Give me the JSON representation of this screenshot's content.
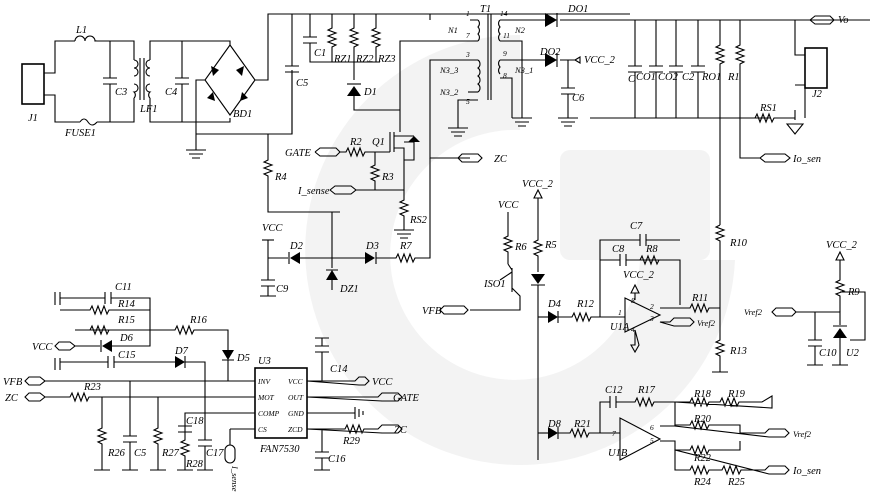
{
  "components": {
    "J1": "J1",
    "FUSE1": "FUSE1",
    "L1": "L1",
    "C3": "C3",
    "LF1": "LF1",
    "C4": "C4",
    "BD1": "BD1",
    "C1": "C1",
    "RZ1": "RZ1",
    "RZ2": "RZ2",
    "RZ3": "RZ3",
    "D1": "D1",
    "C5": "C5",
    "T1": "T1",
    "N1": "N1",
    "N2": "N2",
    "N3_3": "N3_3",
    "N3_2": "N3_2",
    "N3_1": "N3_1",
    "DO1": "DO1",
    "DO2": "DO2",
    "C6": "C6",
    "CO": "C",
    "CO1": "CO1",
    "CO2": "CO2",
    "C2": "C2",
    "RO1": "RO1",
    "R1": "R1",
    "J2": "J2",
    "RS1": "RS1",
    "R2": "R2",
    "Q1": "Q1",
    "R3": "R3",
    "RS2": "RS2",
    "R4": "R4",
    "D2": "D2",
    "D3": "D3",
    "R7": "R7",
    "DZ1": "DZ1",
    "C9": "C9",
    "R6": "R6",
    "R5": "R5",
    "ISO1": "ISO1",
    "D4": "D4",
    "R12": "R12",
    "C7": "C7",
    "C8": "C8",
    "R8": "R8",
    "U1A": "U1A",
    "R11": "R11",
    "R10": "R10",
    "R13": "R13",
    "R9": "R9",
    "C10": "C10",
    "U2": "U2",
    "D8": "D8",
    "R21": "R21",
    "C12": "C12",
    "R17": "R17",
    "R18": "R18",
    "R19": "R19",
    "R20": "R20",
    "R22": "R22",
    "R24": "R24",
    "R25": "R25",
    "U1B": "U1B",
    "C11": "C11",
    "R14": "R14",
    "R15": "R15",
    "R16": "R16",
    "D6": "D6",
    "C15": "C15",
    "D7": "D7",
    "D5": "D5",
    "R23": "R23",
    "R26": "R26",
    "C5b": "C5",
    "R27": "R27",
    "R28": "R28",
    "C18": "C18",
    "C17": "C17",
    "U3": "U3",
    "FAN7530": "FAN7530",
    "C14": "C14",
    "C16": "C16",
    "R29": "R29"
  },
  "nets": {
    "vo": "Vo",
    "vcc2": "VCC_2",
    "io_sen": "Io_sen",
    "zc": "ZC",
    "gate": "GATE",
    "i_sense": "I_sense",
    "vcc": "VCC",
    "vfb": "VFB",
    "vref2": "Vref2"
  },
  "pins": {
    "inv": "INV",
    "mot": "MOT",
    "comp": "COMP",
    "cs": "CS",
    "vcc": "VCC",
    "out": "OUT",
    "gnd": "GND",
    "zcd": "ZCD",
    "n1": "1",
    "n2": "2",
    "n3": "3",
    "n4": "4",
    "n5": "5",
    "n6": "6",
    "n7": "7",
    "n8": "8",
    "n9": "9",
    "n11": "11",
    "n14": "14",
    "t1": "1",
    "t7": "7",
    "t3": "3",
    "t5": "5"
  }
}
